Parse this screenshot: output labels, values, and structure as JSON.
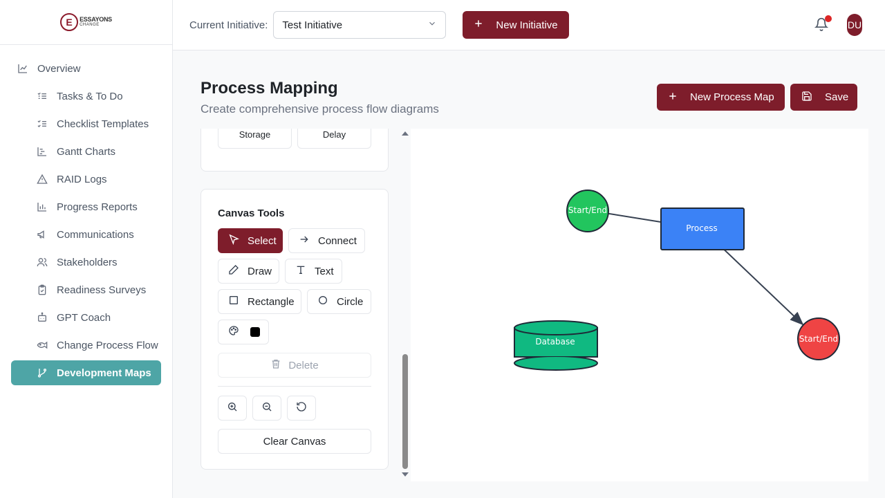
{
  "brand": {
    "name": "ESSAYONS",
    "sub": "CHANGE",
    "mark": "E"
  },
  "sidebar": {
    "items": [
      {
        "label": "Overview",
        "icon": "chart-line-icon",
        "active": false
      },
      {
        "label": "Tasks & To Do",
        "icon": "list-check-icon",
        "active": false
      },
      {
        "label": "Checklist Templates",
        "icon": "list-checks-icon",
        "active": false
      },
      {
        "label": "Gantt Charts",
        "icon": "gantt-icon",
        "active": false
      },
      {
        "label": "RAID Logs",
        "icon": "warning-triangle-icon",
        "active": false
      },
      {
        "label": "Progress Reports",
        "icon": "bar-chart-icon",
        "active": false
      },
      {
        "label": "Communications",
        "icon": "megaphone-icon",
        "active": false
      },
      {
        "label": "Stakeholders",
        "icon": "users-icon",
        "active": false
      },
      {
        "label": "Readiness Surveys",
        "icon": "clipboard-check-icon",
        "active": false
      },
      {
        "label": "GPT Coach",
        "icon": "bot-icon",
        "active": false
      },
      {
        "label": "Change Process Flow",
        "icon": "fish-icon",
        "active": false
      },
      {
        "label": "Development Maps",
        "icon": "git-branch-icon",
        "active": true
      }
    ]
  },
  "topbar": {
    "initiative_label": "Current Initiative:",
    "initiative_value": "Test Initiative",
    "new_initiative": "New Initiative",
    "avatar": "DU"
  },
  "page": {
    "title": "Process Mapping",
    "subtitle": "Create comprehensive process flow diagrams",
    "new_map": "New Process Map",
    "save": "Save"
  },
  "shapes": {
    "storage": "Storage",
    "delay": "Delay"
  },
  "tools": {
    "title": "Canvas Tools",
    "select": "Select",
    "connect": "Connect",
    "draw": "Draw",
    "text": "Text",
    "rectangle": "Rectangle",
    "circle": "Circle",
    "delete": "Delete",
    "clear": "Clear Canvas",
    "current_color": "#000000"
  },
  "canvas": {
    "start_node": "Start/End",
    "process_node": "Process",
    "end_node": "Start/End",
    "database_node": "Database",
    "colors": {
      "start": "#22c55e",
      "process": "#3b82f6",
      "end": "#ef4444",
      "database": "#10b981"
    }
  },
  "colors": {
    "accent": "#7e1d2b",
    "nav_active": "#4ea5a6",
    "notification": "#dc2626"
  }
}
